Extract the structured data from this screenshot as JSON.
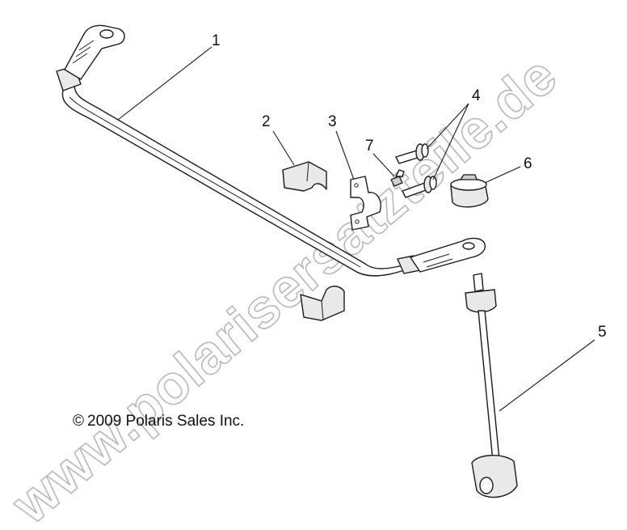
{
  "callouts": {
    "c1": "1",
    "c2": "2",
    "c3": "3",
    "c4": "4",
    "c5": "5",
    "c6": "6",
    "c7": "7"
  },
  "copyright": "2009 Polaris Sales Inc.",
  "copyright_symbol": "©",
  "watermark": "www.polarisersatzteile.de"
}
